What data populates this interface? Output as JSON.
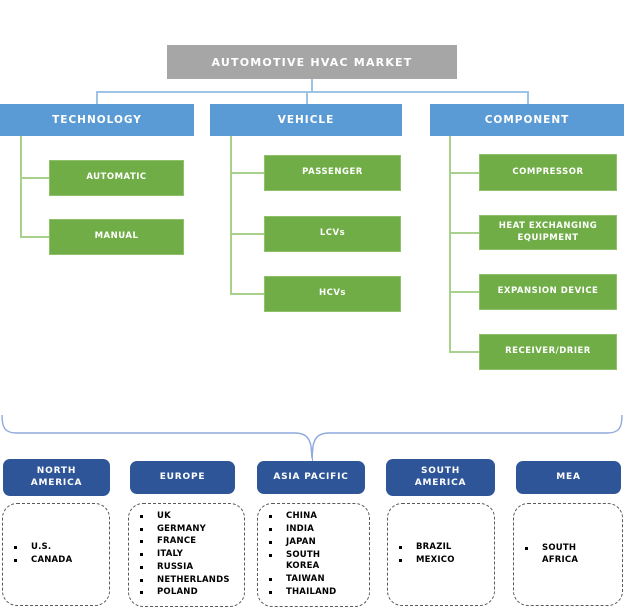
{
  "colors": {
    "root-fill": "#a6a6a6",
    "branch-fill": "#5b9bd5",
    "leaf-fill": "#70ad47",
    "leaf-border": "#8fc06a",
    "region-fill": "#2e5597",
    "connector-blue": "#9dc3e6",
    "connector-green": "#a9d18e",
    "brace-blue": "#8faadc",
    "list-border": "#595959",
    "list-text": "#000000",
    "box-text": "#ffffff"
  },
  "root": {
    "label": "AUTOMOTIVE HVAC MARKET"
  },
  "branches": [
    {
      "label": "TECHNOLOGY",
      "children": [
        "AUTOMATIC",
        "MANUAL"
      ]
    },
    {
      "label": "VEHICLE",
      "children": [
        "PASSENGER",
        "LCVs",
        "HCVs"
      ]
    },
    {
      "label": "COMPONENT",
      "children": [
        "COMPRESSOR",
        "HEAT EXCHANGING EQUIPMENT",
        "EXPANSION DEVICE",
        "RECEIVER/DRIER"
      ]
    }
  ],
  "regions": [
    {
      "label": "NORTH AMERICA",
      "countries": [
        "U.S.",
        "CANADA"
      ]
    },
    {
      "label": "EUROPE",
      "countries": [
        "UK",
        "GERMANY",
        "FRANCE",
        "ITALY",
        "RUSSIA",
        "NETHERLANDS",
        "POLAND"
      ]
    },
    {
      "label": "ASIA PACIFIC",
      "countries": [
        "CHINA",
        "INDIA",
        "JAPAN",
        "SOUTH KOREA",
        "TAIWAN",
        "THAILAND"
      ]
    },
    {
      "label": "SOUTH AMERICA",
      "countries": [
        "BRAZIL",
        "MEXICO"
      ]
    },
    {
      "label": "MEA",
      "countries": [
        "SOUTH AFRICA"
      ]
    }
  ]
}
